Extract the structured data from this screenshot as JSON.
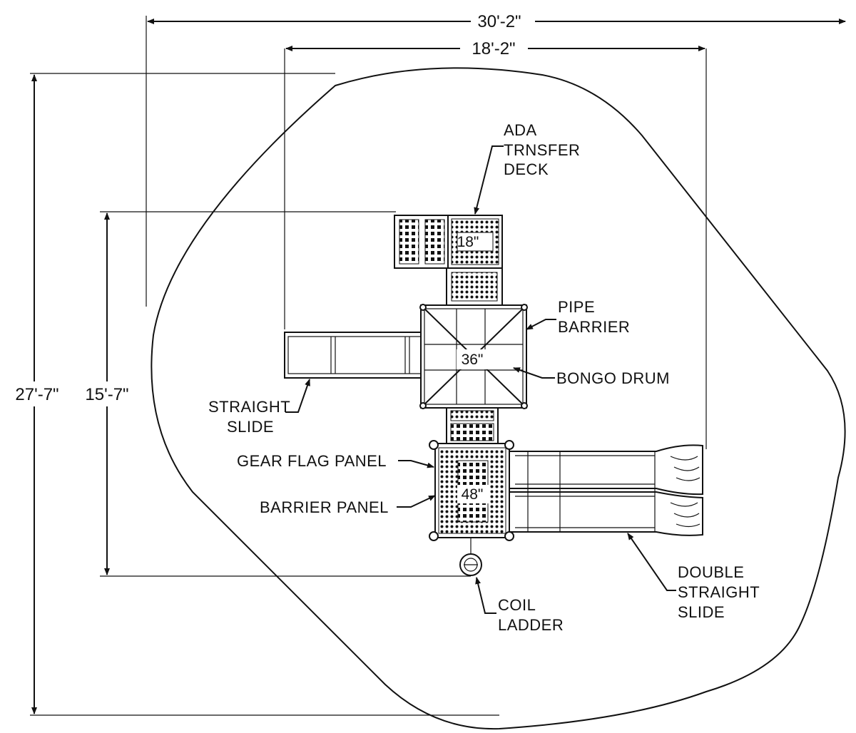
{
  "dimensions": {
    "overall_width": "30'-2\"",
    "structure_width": "18'-2\"",
    "overall_depth": "27'-7\"",
    "structure_depth": "15'-7\""
  },
  "labels": {
    "ada_deck": [
      "ADA",
      "TRNSFER",
      "DECK"
    ],
    "pipe_barrier": [
      "PIPE",
      "BARRIER"
    ],
    "bongo_drum": "BONGO DRUM",
    "straight_slide": [
      "STRAIGHT",
      "SLIDE"
    ],
    "gear_flag_panel": "GEAR FLAG PANEL",
    "barrier_panel": "BARRIER PANEL",
    "double_straight_slide": [
      "DOUBLE",
      "STRAIGHT",
      "SLIDE"
    ],
    "coil_ladder": [
      "COIL",
      "LADDER"
    ]
  },
  "deck_heights": {
    "transfer": "18\"",
    "upper": "36\"",
    "lower": "48\""
  }
}
